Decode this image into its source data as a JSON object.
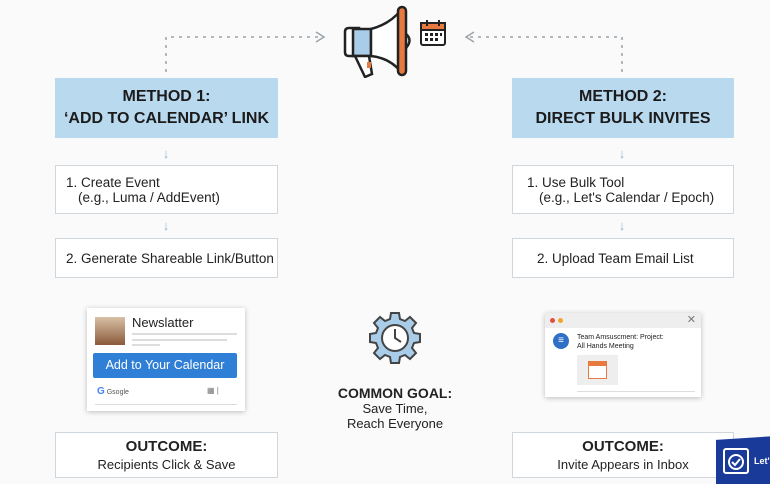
{
  "method1": {
    "title_line1": "METHOD 1:",
    "title_line2": "‘ADD TO CALENDAR’ LINK",
    "step1_line1": "1. Create Event",
    "step1_line2": "(e.g., Luma / AddEvent)",
    "step2": "2. Generate Shareable Link/Button",
    "mockup": {
      "title": "Newslatter",
      "button": "Add to Your Calendar",
      "provider": "Gsogle"
    },
    "outcome_title": "OUTCOME:",
    "outcome_text": "Recipients Click & Save"
  },
  "method2": {
    "title_line1": "METHOD 2:",
    "title_line2": "DIRECT BULK INVITES",
    "step1_line1": "1. Use Bulk Tool",
    "step1_line2": "(e.g., Let's Calendar / Epoch)",
    "step2": "2. Upload Team Email List",
    "mockup": {
      "line1": "Team Amsuscment: Project:",
      "line2": "All Hands Meeting"
    },
    "outcome_title": "OUTCOME:",
    "outcome_text": "Invite Appears in Inbox"
  },
  "common": {
    "title": "COMMON GOAL:",
    "line1": "Save Time,",
    "line2": "Reach Everyone"
  },
  "logo": {
    "text": "Let's"
  },
  "colors": {
    "method_bg": "#b9d9ef",
    "accent_orange": "#e8793f",
    "button_blue": "#2f7fd6",
    "logo_blue": "#1a3a9a"
  }
}
